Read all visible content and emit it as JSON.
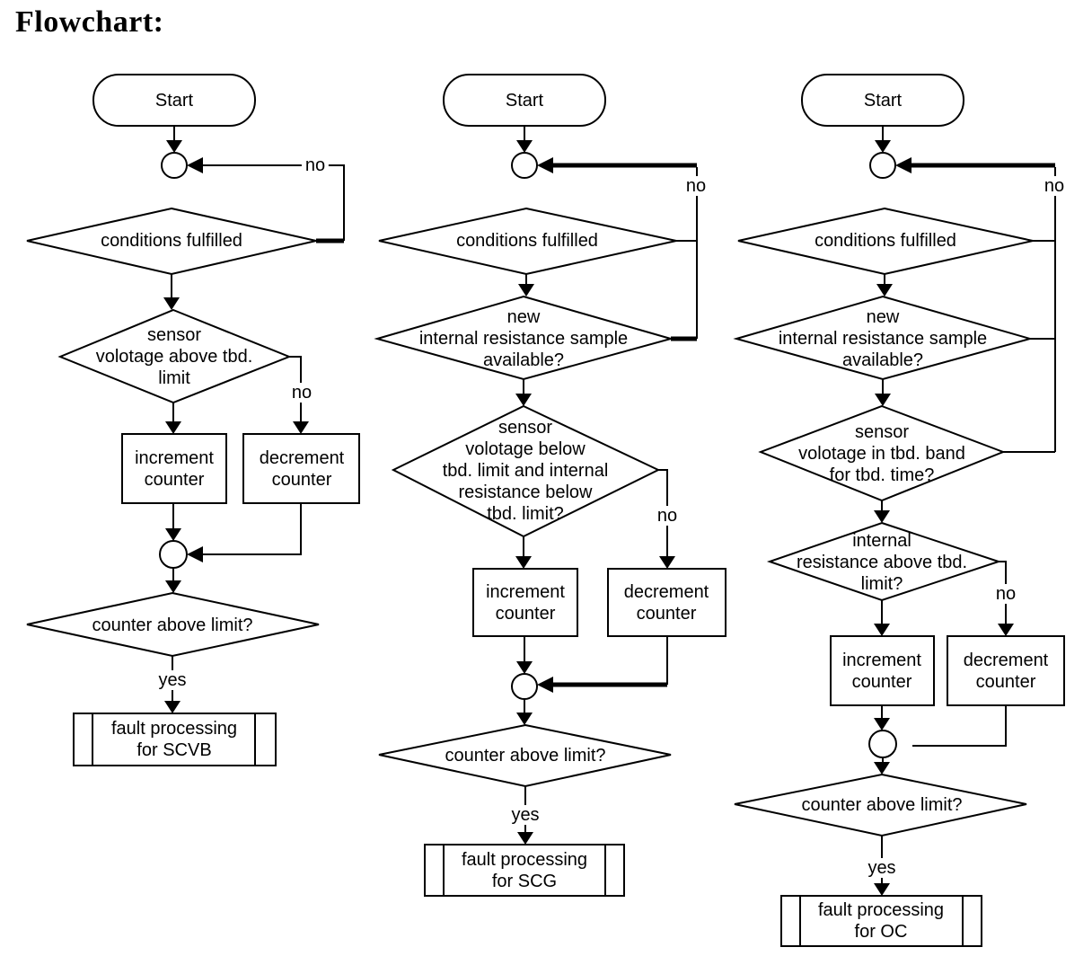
{
  "title": "Flowchart:",
  "labels": {
    "no": "no",
    "yes": "yes"
  },
  "colors": {
    "ink": "#000000",
    "paper": "#ffffff"
  },
  "columns": [
    {
      "start": "Start",
      "conditions": "conditions fulfilled",
      "sensor": "sensor\nvolotage above tbd.\nlimit",
      "increment": "increment\ncounter",
      "decrement": "decrement\ncounter",
      "counter": "counter above limit?",
      "fault": "fault processing\nfor SCVB"
    },
    {
      "start": "Start",
      "conditions": "conditions fulfilled",
      "sample": "new\ninternal resistance sample\navailable?",
      "sensor": "sensor\nvolotage below\ntbd. limit and internal\nresistance below\ntbd. limit?",
      "increment": "increment\ncounter",
      "decrement": "decrement\ncounter",
      "counter": "counter above limit?",
      "fault": "fault processing\nfor SCG"
    },
    {
      "start": "Start",
      "conditions": "conditions fulfilled",
      "sample": "new\ninternal resistance sample\navailable?",
      "band": "sensor\nvolotage in tbd. band\nfor tbd. time?",
      "internal": "internal\nresistance above tbd.\nlimit?",
      "increment": "increment\ncounter",
      "decrement": "decrement\ncounter",
      "counter": "counter above limit?",
      "fault": "fault processing\nfor OC"
    }
  ]
}
